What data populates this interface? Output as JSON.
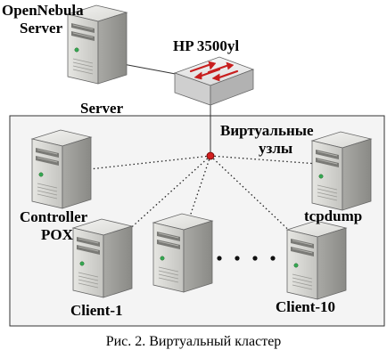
{
  "labels": {
    "opennebula_line1": "OpenNebula",
    "opennebula_line2": "Server",
    "switch": "HP 3500yl",
    "server": "Server",
    "virtual_line1": "Виртуальные",
    "virtual_line2": "узлы",
    "controller_line1": "Controller",
    "controller_line2": "POX",
    "tcpdump": "tcpdump",
    "client1": "Client-1",
    "client10": "Client-10"
  },
  "caption": "Рис. 2. Виртуальный кластер",
  "colors": {
    "hub": "#d21f1f",
    "switch_arrow": "#c81e1e",
    "frame_bg": "#f4f4f4",
    "server_body": "#c9c9c6"
  }
}
